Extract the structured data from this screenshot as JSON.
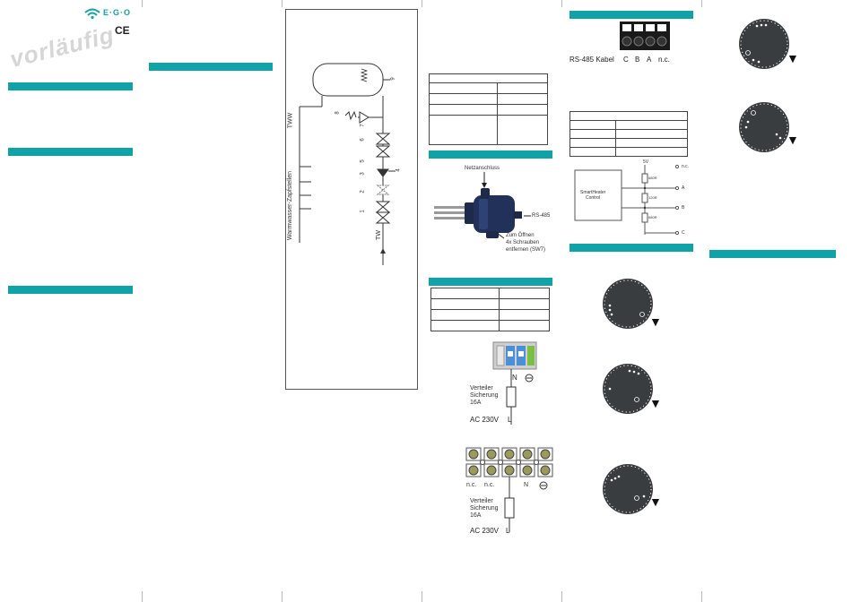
{
  "header": {
    "brand": "E·G·O",
    "ce_mark": "CE",
    "watermark": "vorläufig"
  },
  "colors": {
    "accent": "#0fa3a8",
    "dial": "#3a3d40",
    "line": "#333333"
  },
  "diagram": {
    "twvv_label": "TWW",
    "tw_label": "TW",
    "taps_label": "Warmwasser-Zapfstellen",
    "numbers": [
      "1",
      "2",
      "3",
      "5",
      "6",
      "7",
      "8",
      "9",
      "4"
    ]
  },
  "photo": {
    "top_label": "Netzanschluss",
    "rs485_label": "RS-485",
    "open_label_1": "Zum Öffnen",
    "open_label_2": "4x Schrauben",
    "open_label_3": "entfernen (SW7)"
  },
  "wiring1": {
    "terminal_label": "N",
    "fuse_line1": "Verteiler",
    "fuse_line2": "Sicherung",
    "fuse_line3": "16A",
    "supply": "AC 230V",
    "phase": "L"
  },
  "wiring2": {
    "terminal_labels": [
      "n.c.",
      "n.c.",
      "N"
    ],
    "fuse_line1": "Verteiler",
    "fuse_line2": "Sicherung",
    "fuse_line3": "16A",
    "supply": "AC 230V",
    "phase": "L"
  },
  "rs485": {
    "cable_label": "RS-485 Kabel",
    "pins": [
      "C",
      "B",
      "A",
      "n.c."
    ]
  },
  "schematic": {
    "box_line1": "SmartHeater",
    "box_line2": "Control",
    "v_label": "5V",
    "pins": [
      "n.c.",
      "A",
      "B",
      "C"
    ],
    "resistors": [
      "680R",
      "120R",
      "680R"
    ]
  },
  "dials": {
    "count": 5,
    "indicator_glyph": "▼"
  }
}
